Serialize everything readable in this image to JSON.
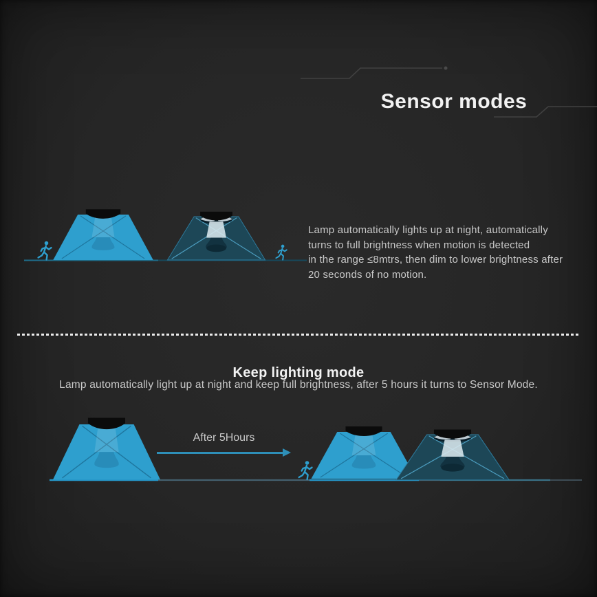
{
  "sensor_mode": {
    "title": "Sensor modes",
    "description_lines": [
      "Lamp automatically lights up at night, automatically",
      "turns to full brightness when motion is detected",
      "in the range ≤8mtrs, then dim to lower brightness after",
      "20 seconds of no motion."
    ]
  },
  "keep_lighting_mode": {
    "title": "Keep lighting mode",
    "description": "Lamp automatically light up at night and keep full brightness, after 5 hours it turns to Sensor Mode.",
    "arrow_label": "After 5Hours"
  },
  "icons": {
    "runner": "running-person-icon",
    "lamp_bright": "lamp-full-brightness-cone",
    "lamp_dim": "lamp-dim-brightness-cone",
    "arrow": "after-5-hours-arrow",
    "circuit_lines": "decorative-circuit-line"
  },
  "colors": {
    "heading_text": "#F2F2F2",
    "body_text": "#C9C9C9",
    "cone_bright": "#2E9FCE",
    "cone_dim": "#1D4757",
    "beam_line": "#54AACF",
    "runner": "#2E9FCE",
    "arrow": "#2E8FB8",
    "background": "#262626"
  }
}
